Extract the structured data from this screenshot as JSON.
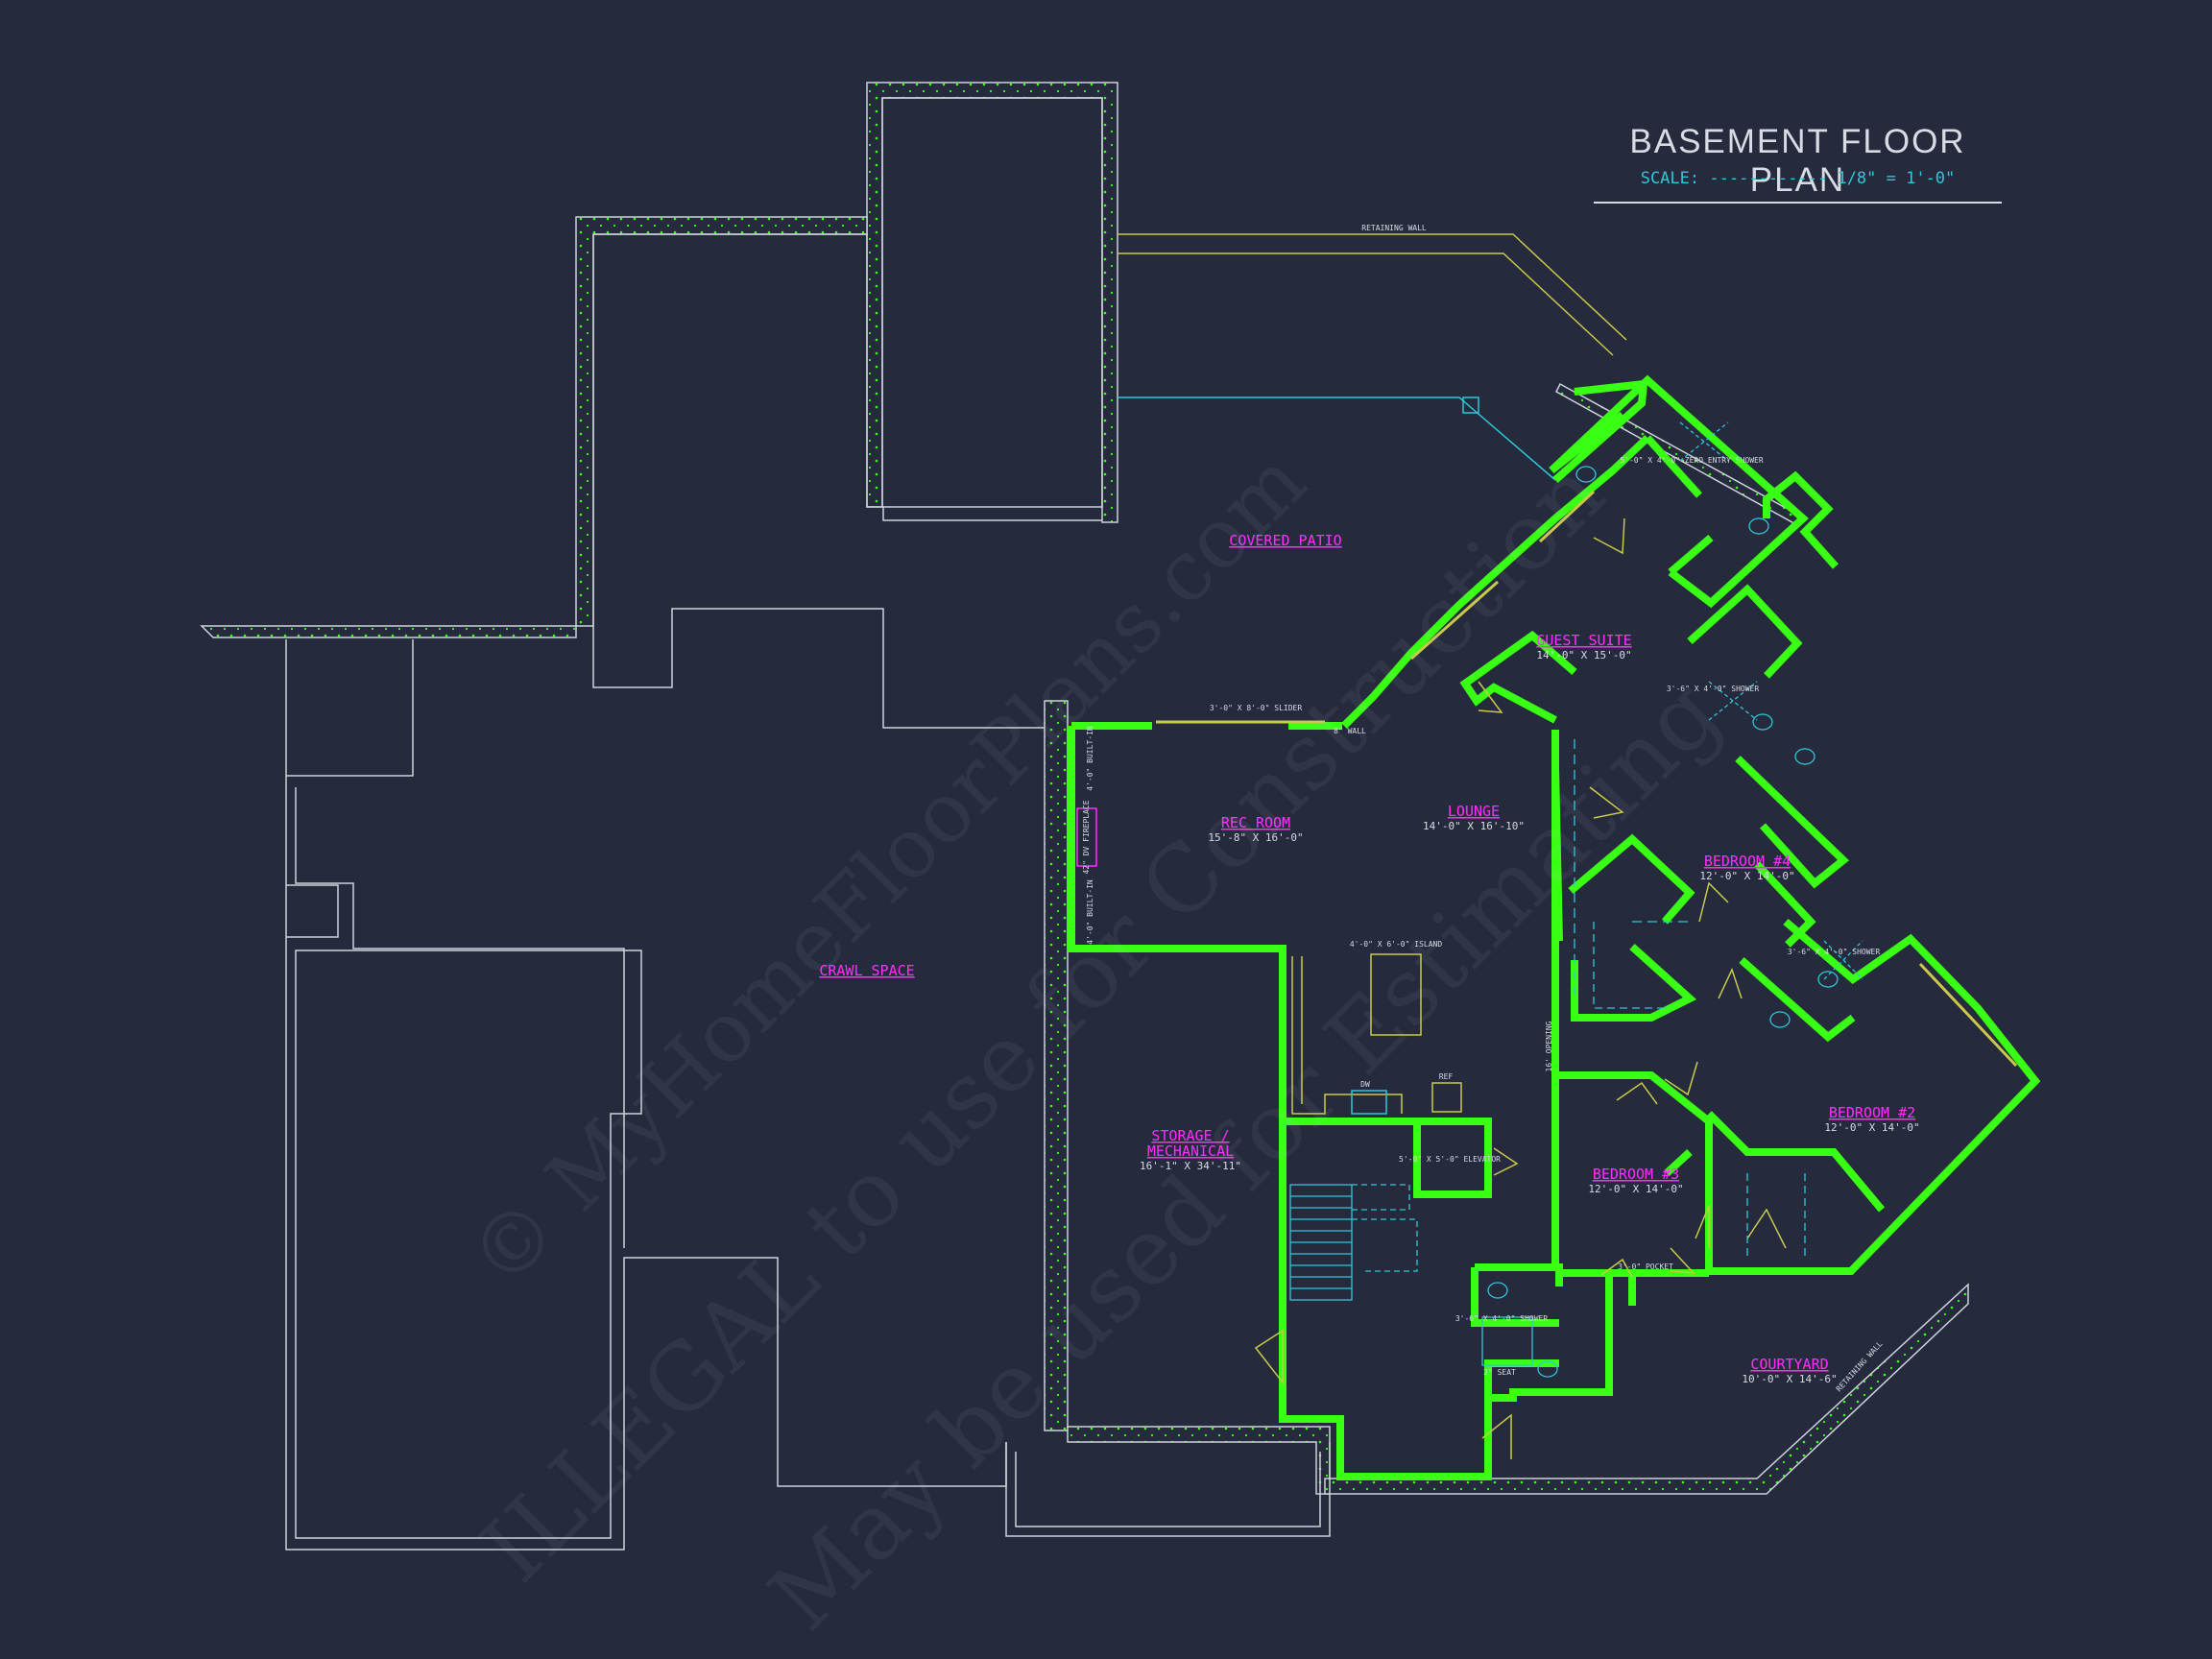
{
  "title": "BASEMENT FLOOR PLAN",
  "scale": {
    "label": "SCALE:",
    "dashes": "------------",
    "value": "1/8\" = 1'-0\""
  },
  "rooms": {
    "crawl_space": {
      "name": "CRAWL SPACE"
    },
    "covered_patio": {
      "name": "COVERED PATIO"
    },
    "guest_suite": {
      "name": "GUEST SUITE",
      "size": "14'-0\" X 15'-0\""
    },
    "rec_room": {
      "name": "REC ROOM",
      "size": "15'-8\" X 16'-0\""
    },
    "lounge": {
      "name": "LOUNGE",
      "size": "14'-0\" X 16'-10\""
    },
    "bedroom4": {
      "name": "BEDROOM #4",
      "size": "12'-0\" X 14'-0\""
    },
    "bedroom2": {
      "name": "BEDROOM #2",
      "size": "12'-0\" X 14'-0\""
    },
    "bedroom3": {
      "name": "BEDROOM #3",
      "size": "12'-0\" X 14'-0\""
    },
    "storage": {
      "name1": "STORAGE /",
      "name2": "MECHANICAL",
      "size": "16'-1\" X 34'-11\""
    },
    "courtyard": {
      "name": "COURTYARD",
      "size": "10'-0\" X 14'-6\""
    }
  },
  "notes": {
    "retaining_wall_top": "RETAINING WALL",
    "retaining_wall_bottom": "RETAINING WALL",
    "slider": "3'-0\" X 8'-0\" SLIDER",
    "wall_8": "8\" WALL",
    "island": "4'-0\" X 6'-0\" ISLAND",
    "elevator": "5'-0\" X 5'-0\" ELEVATOR",
    "fireplace": "42\" DV FIREPLACE",
    "builtin": "4'-0\" BUILT-IN",
    "shower_zero": "5'-0\" X 4'-0\" ZERO ENTRY SHOWER",
    "shower": "3'-6\" X 4'-0\" SHOWER",
    "seat": "2\" SEAT",
    "dw": "DW",
    "ref": "REF",
    "pocket": "3'-0\" POCKET",
    "opening": "16' OPENING"
  },
  "watermark": {
    "line1": "© MyHomeFloorPlans.com",
    "line2": "ILLEGAL to use for Construction",
    "line3": "May be used for Estimating"
  },
  "colors": {
    "background": "#252a3d",
    "wall_green": "#39ff14",
    "label_magenta": "#ff2fff",
    "cyan": "#2fc7d8",
    "yellow": "#c9c94a",
    "white_line": "#cfd2da"
  }
}
